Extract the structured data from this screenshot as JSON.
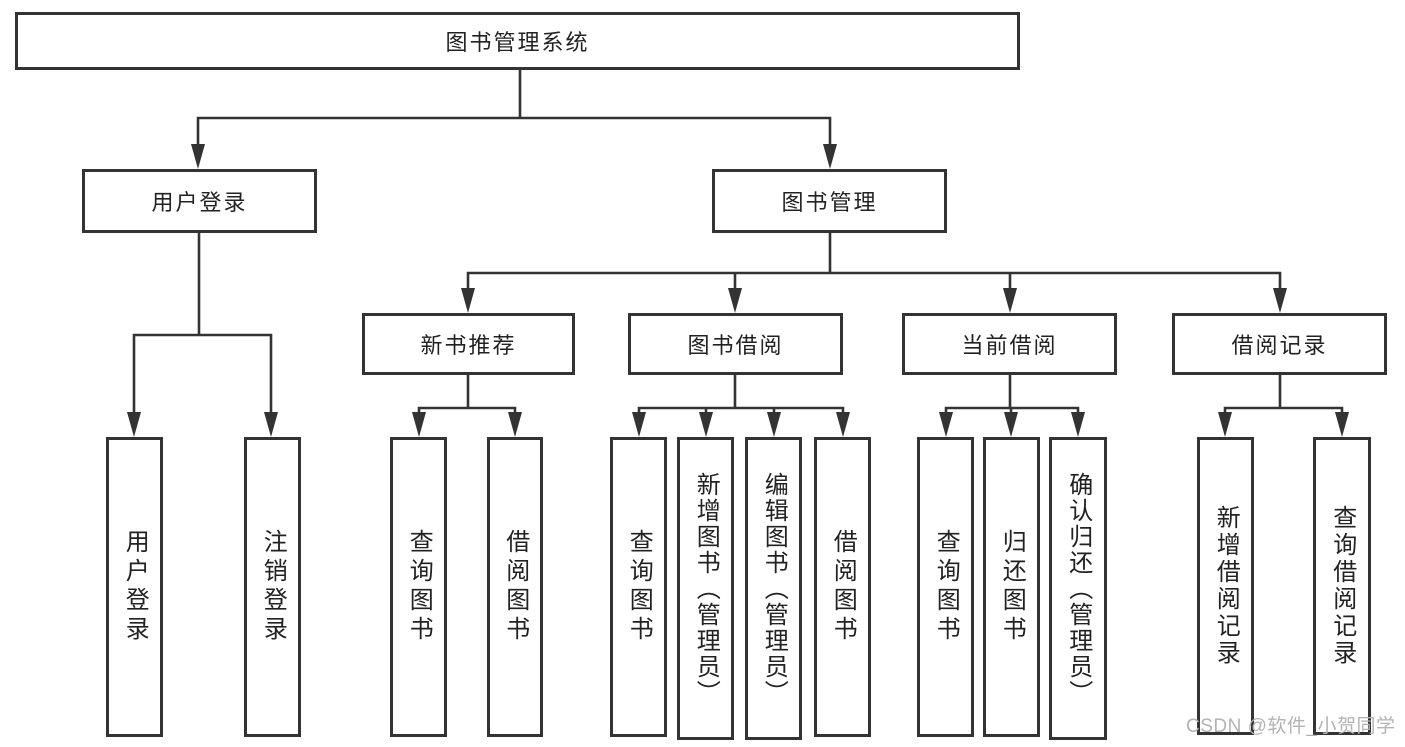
{
  "diagram": {
    "root": {
      "label": "图书管理系统"
    },
    "level1": [
      {
        "label": "用户登录"
      },
      {
        "label": "图书管理"
      }
    ],
    "level2": [
      {
        "label": "新书推荐"
      },
      {
        "label": "图书借阅"
      },
      {
        "label": "当前借阅"
      },
      {
        "label": "借阅记录"
      }
    ],
    "leaves": {
      "user_login": [
        "用户登录",
        "注销登录"
      ],
      "new_book": [
        "查询图书",
        "借阅图书"
      ],
      "book_borrow": [
        "查询图书",
        "新增图书（管理员）",
        "编辑图书（管理员）",
        "借阅图书"
      ],
      "current_borrow": [
        "查询图书",
        "归还图书",
        "确认归还（管理员）"
      ],
      "borrow_record": [
        "新增借阅记录",
        "查询借阅记录"
      ]
    }
  },
  "watermark": {
    "text": "CSDN @软件_小贺同学"
  },
  "colors": {
    "line": "#333333",
    "box_border": "#333333",
    "text": "#222222",
    "watermark": "#b3b3b3",
    "background": "#ffffff"
  }
}
